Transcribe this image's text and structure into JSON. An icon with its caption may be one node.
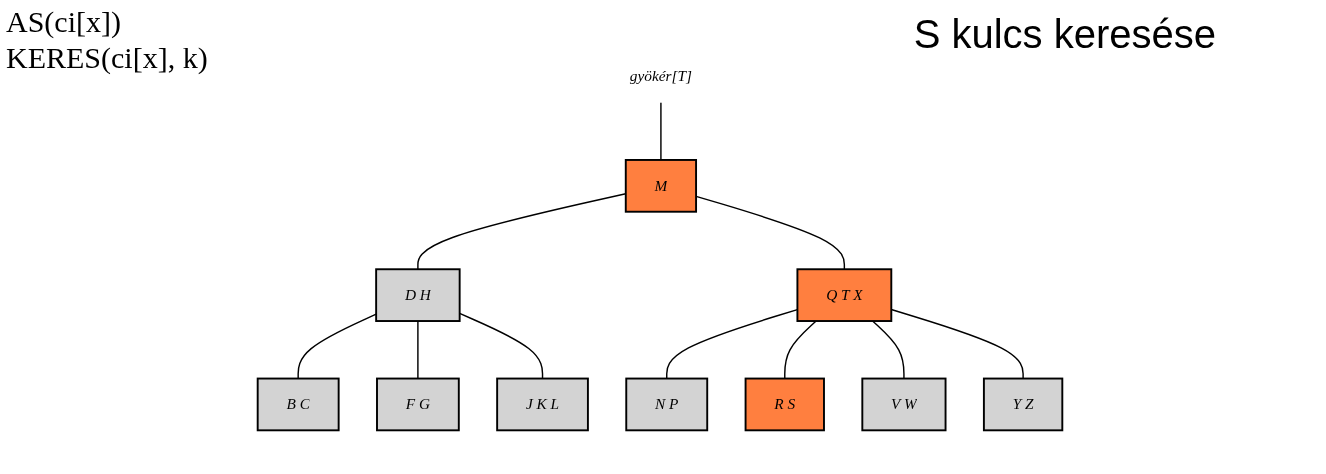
{
  "diagram": {
    "title": "S kulcs keresése",
    "nodes": [
      {
        "text": [
          "gyökér[T]"
        ]
      },
      {
        "text": [
          "M"
        ]
      },
      {
        "text": [
          "D H"
        ]
      },
      {
        "text": [
          "Q T X"
        ]
      },
      {
        "text": [
          "B C"
        ]
      },
      {
        "text": [
          "F G"
        ]
      },
      {
        "text": [
          "J K L"
        ]
      },
      {
        "text": [
          "N P"
        ]
      },
      {
        "text": [
          "R S"
        ]
      },
      {
        "text": [
          "V W"
        ]
      },
      {
        "text": [
          "Y Z"
        ]
      }
    ],
    "edges": [
      {
        "from": 0,
        "to": 1,
        "arrow": "none"
      },
      {
        "from": 1,
        "to": 2,
        "arrow": "none"
      },
      {
        "from": 1,
        "to": 3,
        "arrow": "none"
      },
      {
        "from": 2,
        "to": 4,
        "arrow": "none"
      },
      {
        "from": 2,
        "to": 5,
        "arrow": "none"
      },
      {
        "from": 2,
        "to": 6,
        "arrow": "none"
      },
      {
        "from": 3,
        "to": 7,
        "arrow": "none"
      },
      {
        "from": 3,
        "to": 8,
        "arrow": "none"
      },
      {
        "from": 3,
        "to": 9,
        "arrow": "none"
      },
      {
        "from": 3,
        "to": 10,
        "arrow": "none"
      }
    ],
    "labels": [
      "AS(ci[x])",
      "KERES(ci[x], k)"
    ]
  }
}
